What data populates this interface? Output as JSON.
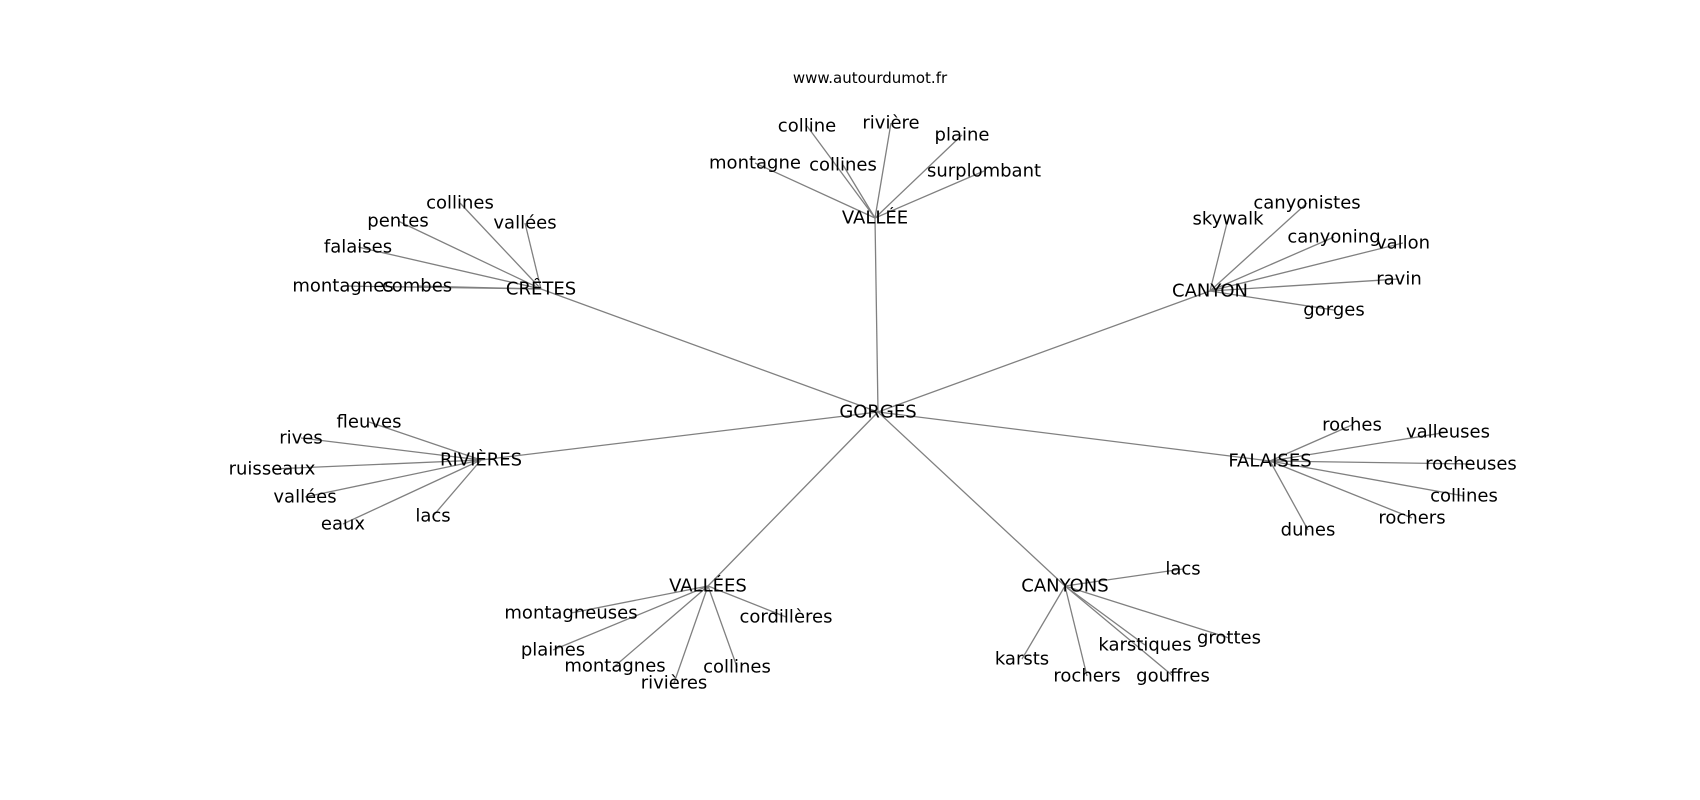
{
  "source": "www.autourdumot.fr",
  "center": "GORGES",
  "hubs": [
    {
      "label": "VALLÉE",
      "leaves": [
        "colline",
        "rivière",
        "plaine",
        "montagne",
        "collines",
        "surplombant"
      ]
    },
    {
      "label": "CANYON",
      "leaves": [
        "canyonistes",
        "skywalk",
        "canyoning",
        "vallon",
        "ravin",
        "gorges"
      ]
    },
    {
      "label": "FALAISES",
      "leaves": [
        "roches",
        "valleuses",
        "rocheuses",
        "collines",
        "rochers",
        "dunes"
      ]
    },
    {
      "label": "CANYONS",
      "leaves": [
        "lacs",
        "grottes",
        "karstiques",
        "gouffres",
        "rochers",
        "karsts"
      ]
    },
    {
      "label": "VALLÉES",
      "leaves": [
        "montagneuses",
        "cordillères",
        "plaines",
        "montagnes",
        "collines",
        "rivières"
      ]
    },
    {
      "label": "RIVIÈRES",
      "leaves": [
        "fleuves",
        "rives",
        "ruisseaux",
        "vallées",
        "eaux",
        "lacs"
      ]
    },
    {
      "label": "CRÊTES",
      "leaves": [
        "collines",
        "pentes",
        "vallées",
        "falaises",
        "montagnes",
        "combes"
      ]
    }
  ]
}
